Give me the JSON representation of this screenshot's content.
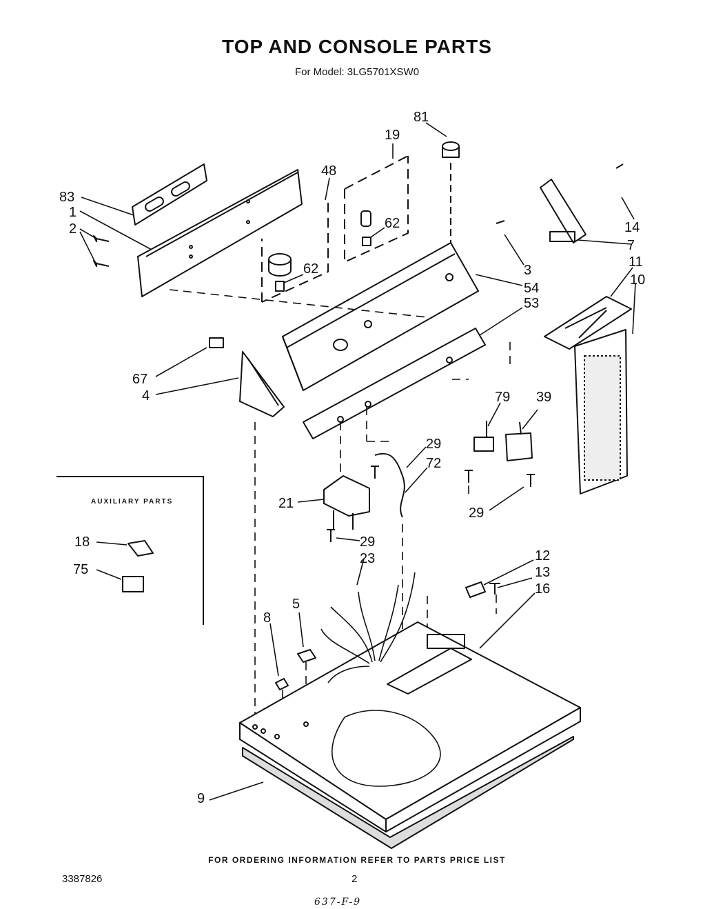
{
  "header": {
    "title": "TOP AND CONSOLE PARTS",
    "subtitle": "For Model: 3LG5701XSW0"
  },
  "auxiliary": {
    "title": "AUXILIARY PARTS",
    "items": [
      "18",
      "75"
    ]
  },
  "callouts": [
    "81",
    "19",
    "48",
    "83",
    "1",
    "2",
    "62",
    "62",
    "14",
    "7",
    "3",
    "54",
    "53",
    "11",
    "10",
    "67",
    "4",
    "79",
    "39",
    "29",
    "72",
    "21",
    "29",
    "29",
    "23",
    "12",
    "13",
    "16",
    "5",
    "8",
    "18",
    "75",
    "9"
  ],
  "footer": {
    "order_note": "FOR ORDERING INFORMATION REFER TO PARTS PRICE LIST",
    "doc_number": "3387826",
    "page_number": "2",
    "handwritten": "637-F-9"
  }
}
